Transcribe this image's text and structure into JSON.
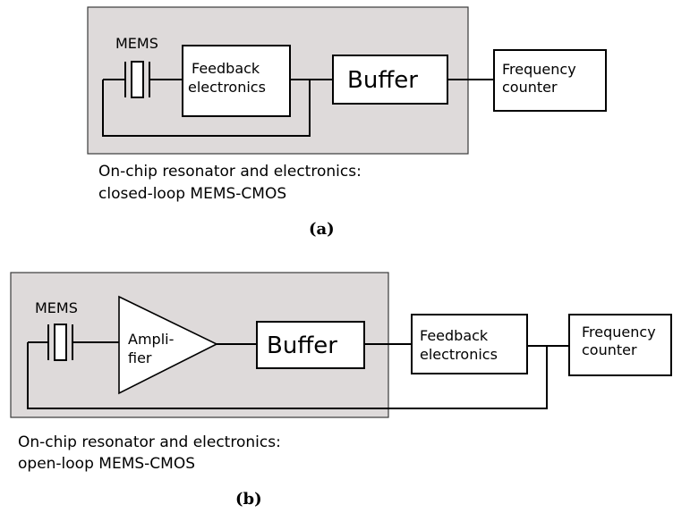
{
  "diagram_a": {
    "mems_label": "MEMS",
    "feedback_line1": "Feedback",
    "feedback_line2": "electronics",
    "buffer_label": "Buffer",
    "freq_line1": "Frequency",
    "freq_line2": "counter",
    "caption_line1": "On-chip resonator and electronics:",
    "caption_line2": "closed-loop MEMS-CMOS",
    "sublabel": "(a)"
  },
  "diagram_b": {
    "mems_label": "MEMS",
    "amp_line1": "Ampli-",
    "amp_line2": "fier",
    "buffer_label": "Buffer",
    "feedback_line1": "Feedback",
    "feedback_line2": "electronics",
    "freq_line1": "Frequency",
    "freq_line2": "counter",
    "caption_line1": "On-chip resonator and electronics:",
    "caption_line2": "open-loop MEMS-CMOS",
    "sublabel": "(b)"
  }
}
